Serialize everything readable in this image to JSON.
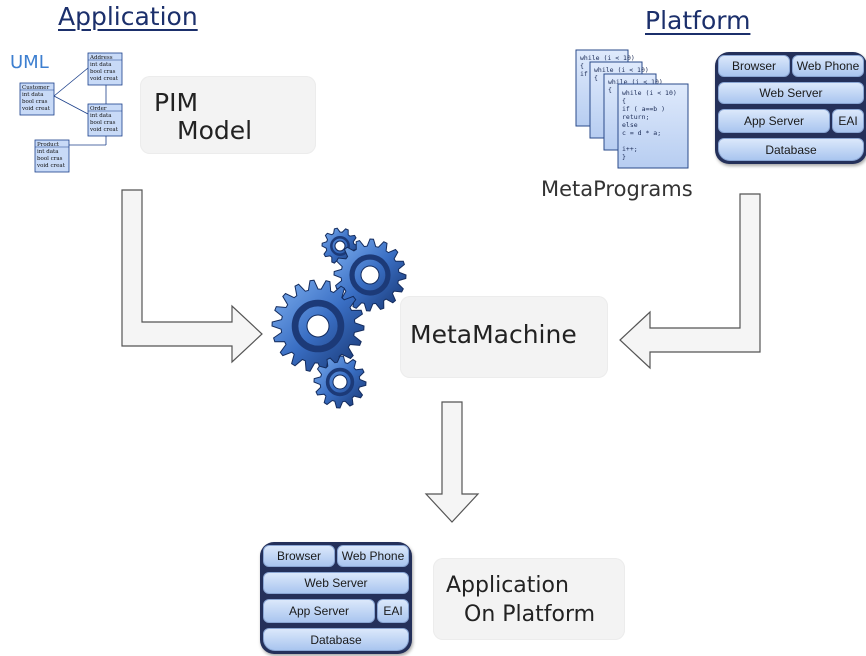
{
  "headings": {
    "application": "Application",
    "platform": "Platform"
  },
  "uml": {
    "label": "UML",
    "classes": [
      {
        "name": "Customer",
        "fields": [
          "int data",
          "bool cras",
          "void creat"
        ]
      },
      {
        "name": "Address",
        "fields": [
          "int data",
          "bool cras",
          "void creat"
        ]
      },
      {
        "name": "Order",
        "fields": [
          "int data",
          "bool cras",
          "void creat"
        ]
      },
      {
        "name": "Product",
        "fields": [
          "int data",
          "bool cras",
          "void creat"
        ]
      }
    ]
  },
  "pim": {
    "line1": "PIM",
    "line2": "Model"
  },
  "metaprograms": {
    "label": "MetaPrograms",
    "code_lines": [
      "while (i < 10)",
      "{",
      "  if ( a==b )",
      "    return;",
      "  else",
      "    c = d * a;",
      "",
      "  i++;",
      "}"
    ]
  },
  "platform_stack": {
    "browser": "Browser",
    "web_phone": "Web Phone",
    "web_server": "Web Server",
    "app_server": "App Server",
    "eai": "EAI",
    "database": "Database"
  },
  "center": {
    "label": "MetaMachine"
  },
  "output": {
    "line1": "Application",
    "line2": "On Platform"
  },
  "colors": {
    "heading": "#1b2f6b",
    "uml_label": "#3d7fd0",
    "gear": "#3a6fc4",
    "stack_cell": "#b8d0f4"
  },
  "icons": [
    "gears-icon",
    "down-arrow",
    "right-arrow",
    "left-arrow"
  ]
}
